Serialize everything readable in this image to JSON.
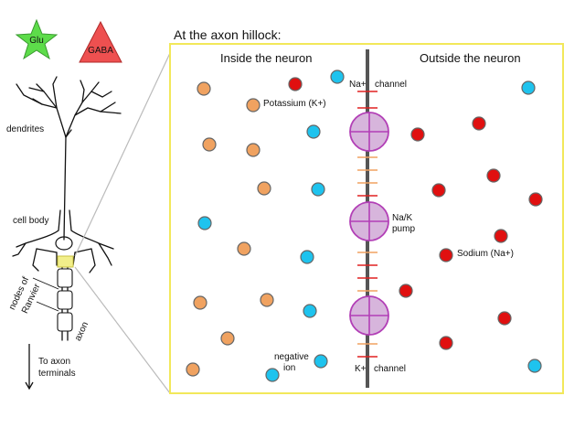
{
  "colors": {
    "potassium": "#f0a260",
    "sodium": "#e01010",
    "negative_ion": "#1ec3ee",
    "pump": "#d7b5dc",
    "pump_stroke": "#b23fb6",
    "box_border": "#f2e85a",
    "glu": "#5ddc4a",
    "gaba": "#ee5050",
    "na_channel": "#e02020",
    "k_channel": "#f0a260"
  },
  "icons": {
    "glu": "star",
    "gaba": "triangle"
  },
  "neurotransmitters": {
    "glu_label": "Glu",
    "gaba_label": "GABA"
  },
  "neuron": {
    "dendrites_label": "dendrites",
    "cell_body_label": "cell body",
    "nodes_label_line1": "nodes of",
    "nodes_label_line2": "Ranvier",
    "axon_label": "axon",
    "terminals_line1": "To axon",
    "terminals_line2": "terminals"
  },
  "panel": {
    "title": "At the axon hillock:",
    "inside_label": "Inside the neuron",
    "outside_label": "Outside the neuron",
    "na_channel_line1": "Na+",
    "na_channel_line2": "channel",
    "pump_line1": "Na/K",
    "pump_line2": "pump",
    "k_channel_line1": "K+",
    "k_channel_line2": "channel",
    "potassium_label": "Potassium (K+)",
    "sodium_label": "Sodium (Na+)",
    "negative_line1": "negative",
    "negative_line2": "ion"
  }
}
